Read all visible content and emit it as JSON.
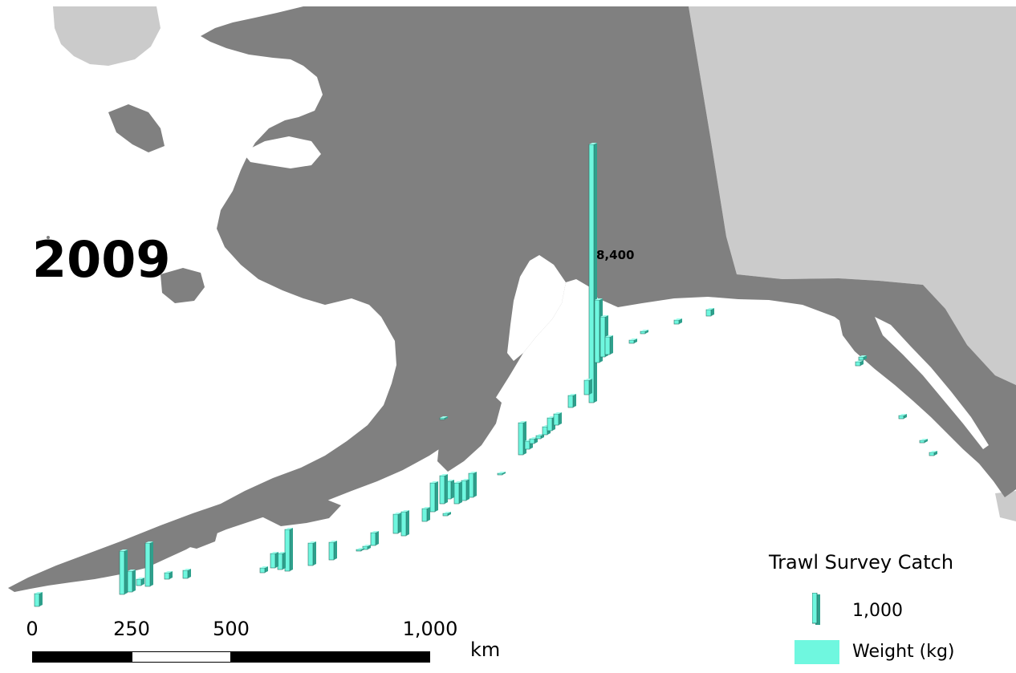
{
  "map": {
    "year": "2009",
    "peak_label": "8,400",
    "colors": {
      "water": "#ffffff",
      "alaska_land": "#808080",
      "other_land": "#cbcbcb",
      "bar_face": "#6ff7df",
      "bar_shade": "#2ea08c"
    }
  },
  "legend": {
    "title": "Trawl Survey Catch",
    "reference_value": "1,000",
    "weight_label": "Weight (kg)"
  },
  "scale_bar": {
    "ticks": [
      "0",
      "250",
      "500",
      "1,000"
    ],
    "unit": "km"
  }
}
